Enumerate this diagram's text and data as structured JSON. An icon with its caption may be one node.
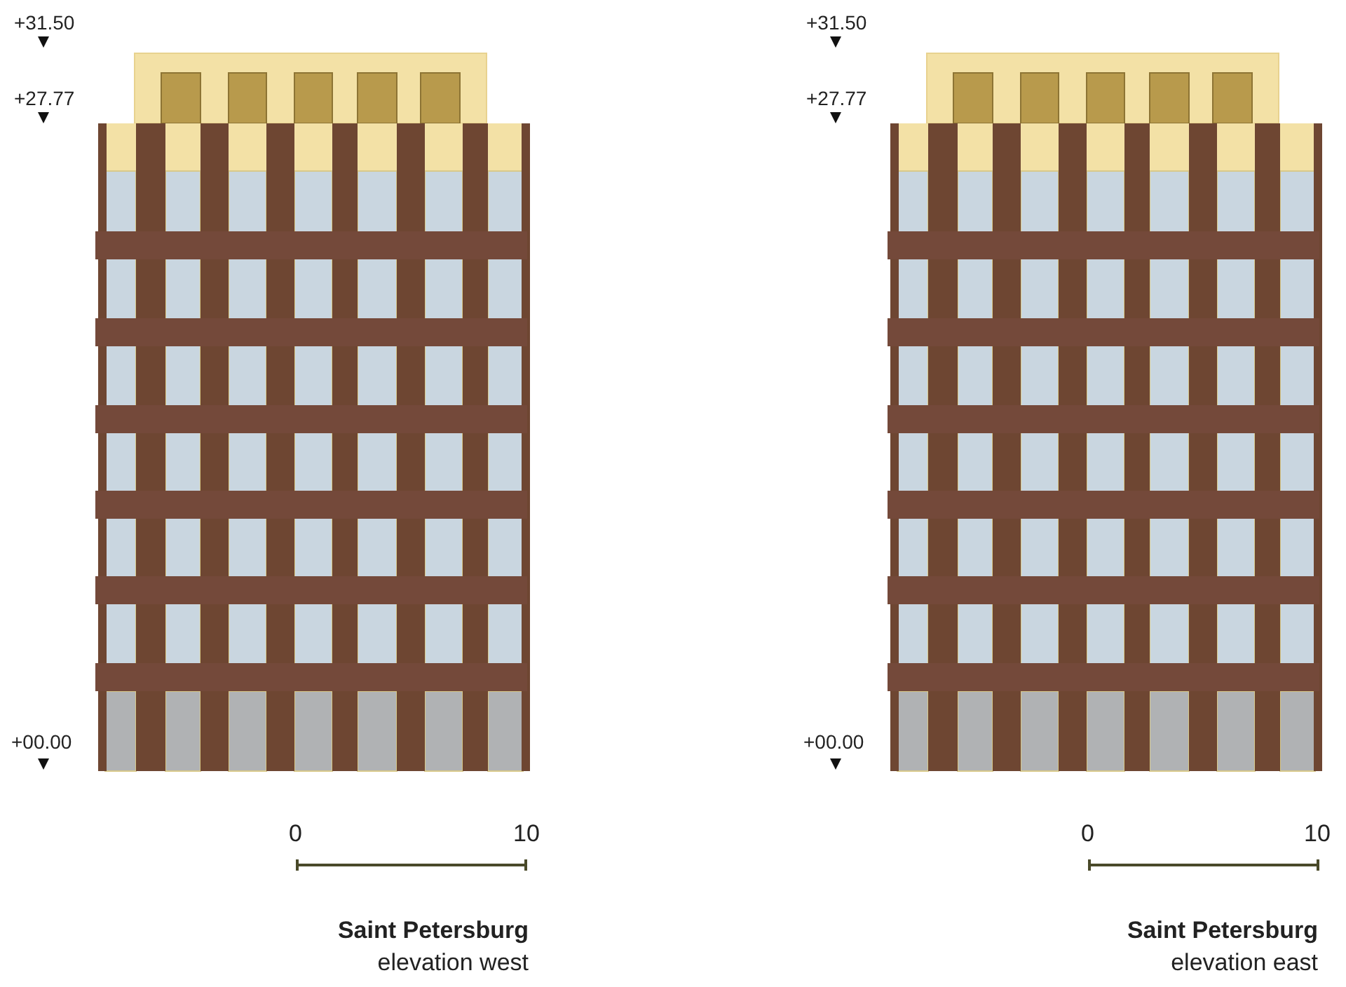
{
  "diagram": {
    "labels": [
      "+31.50",
      "+31.50",
      "+27.77",
      "+27.77",
      "+00.00",
      "+00.00",
      "0",
      "10",
      "0",
      "10",
      "Saint Petersburg",
      "Saint Petersburg",
      "elevation west",
      "elevation east"
    ]
  }
}
